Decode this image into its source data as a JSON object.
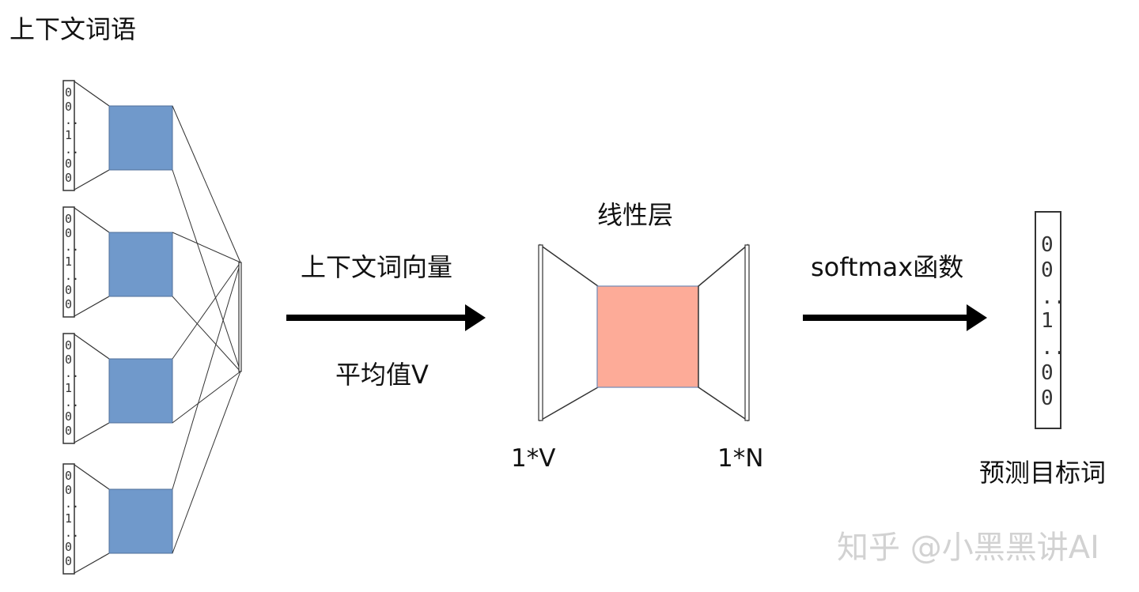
{
  "title": "上下文词语",
  "context_vector_digits": [
    "0",
    "0",
    "..",
    "1",
    "..",
    "0",
    "0"
  ],
  "arrow1": {
    "top_label": "上下文词向量",
    "bottom_label": "平均值V"
  },
  "linear_layer": {
    "title": "线性层",
    "left_label": "1*V",
    "right_label": "1*N"
  },
  "arrow2": {
    "top_label": "softmax函数"
  },
  "output": {
    "digits": [
      "0",
      "0",
      "..",
      "1",
      "..",
      "0",
      "0"
    ],
    "label": "预测目标词"
  },
  "watermark": "知乎 @小黑黑讲AI",
  "colors": {
    "input_box": "#7099cb",
    "hidden_box": "#fdab98",
    "line": "#333333",
    "arrow": "#000000"
  }
}
